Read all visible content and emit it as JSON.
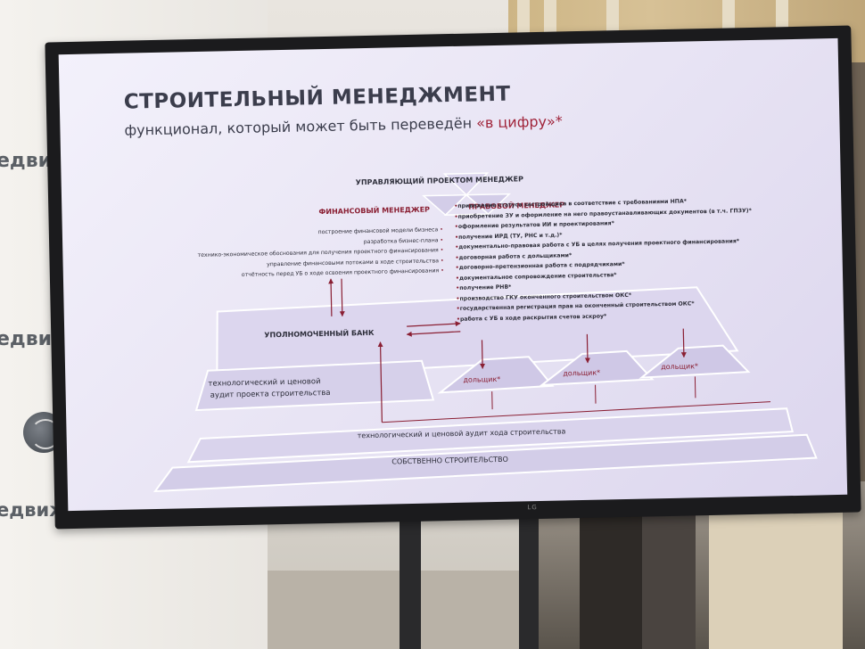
{
  "background": {
    "banner_text_1": "едвижи",
    "banner_text_2": "едвижи",
    "banner_text_3": "едвижимостьлидеров"
  },
  "slide": {
    "title": "СТРОИТЕЛЬНЫЙ МЕНЕДЖМЕНТ",
    "subtitle_prefix": "функционал, который может быть переведён ",
    "subtitle_highlight": "«в цифру»*"
  },
  "diagram": {
    "project_manager": "УПРАВЛЯЮЩИЙ ПРОЕКТОМ МЕНЕДЖЕР",
    "financial_manager": "ФИНАНСОВЫЙ МЕНЕДЖЕР",
    "legal_manager": "ПРАВОВОЙ МЕНЕДЖЕР",
    "authorized_bank": "УПОЛНОМОЧЕННЫЙ БАНК",
    "audit_project_line1": "технологический и ценовой",
    "audit_project_line2": "аудит проекта строительства",
    "audit_construction": "технологический и ценовой аудит хода строительства",
    "construction": "СОБСТВЕННО СТРОИТЕЛЬСТВО",
    "shareholders": [
      "дольщик*",
      "дольщик*",
      "дольщик*"
    ],
    "financial_tasks": [
      "построение финансовой модели бизнеса",
      "разработка бизнес-плана",
      "технико-экономическое обоснования для получения проектного финансирования",
      "управление финансовыми потоками в ходе строительства",
      "отчётность перед УБ о ходе освоения проектного финансирования"
    ],
    "legal_tasks": [
      "приведение статуса застройщика в соответствие с требованиями НПА*",
      "приобретение ЗУ и оформление на него правоустанавливающих документов (в т.ч. ГПЗУ)*",
      "оформление результатов ИИ и проектирования*",
      "получение ИРД (ТУ, РНС и т.д.)*",
      "документально-правовая работа с УБ в целях получения проектного финансирования*",
      "договорная работа с дольщиками*",
      "договорно-претензионная работа с подрядчиками*",
      "документальное сопровождение строительства*",
      "получение РНВ*",
      "производство ГКУ оконченного строительством ОКС*",
      "государственная регистрация прав на оконченный строительством ОКС*",
      "работа с УБ в ходе раскрытия счетов эскроу*"
    ]
  },
  "colors": {
    "slide_bg": "#ece9f6",
    "accent_red": "#8a1f33",
    "text_dark": "#3b3d4c",
    "shape_fill": "#d9d3ec"
  },
  "tv": {
    "brand": "LG"
  }
}
